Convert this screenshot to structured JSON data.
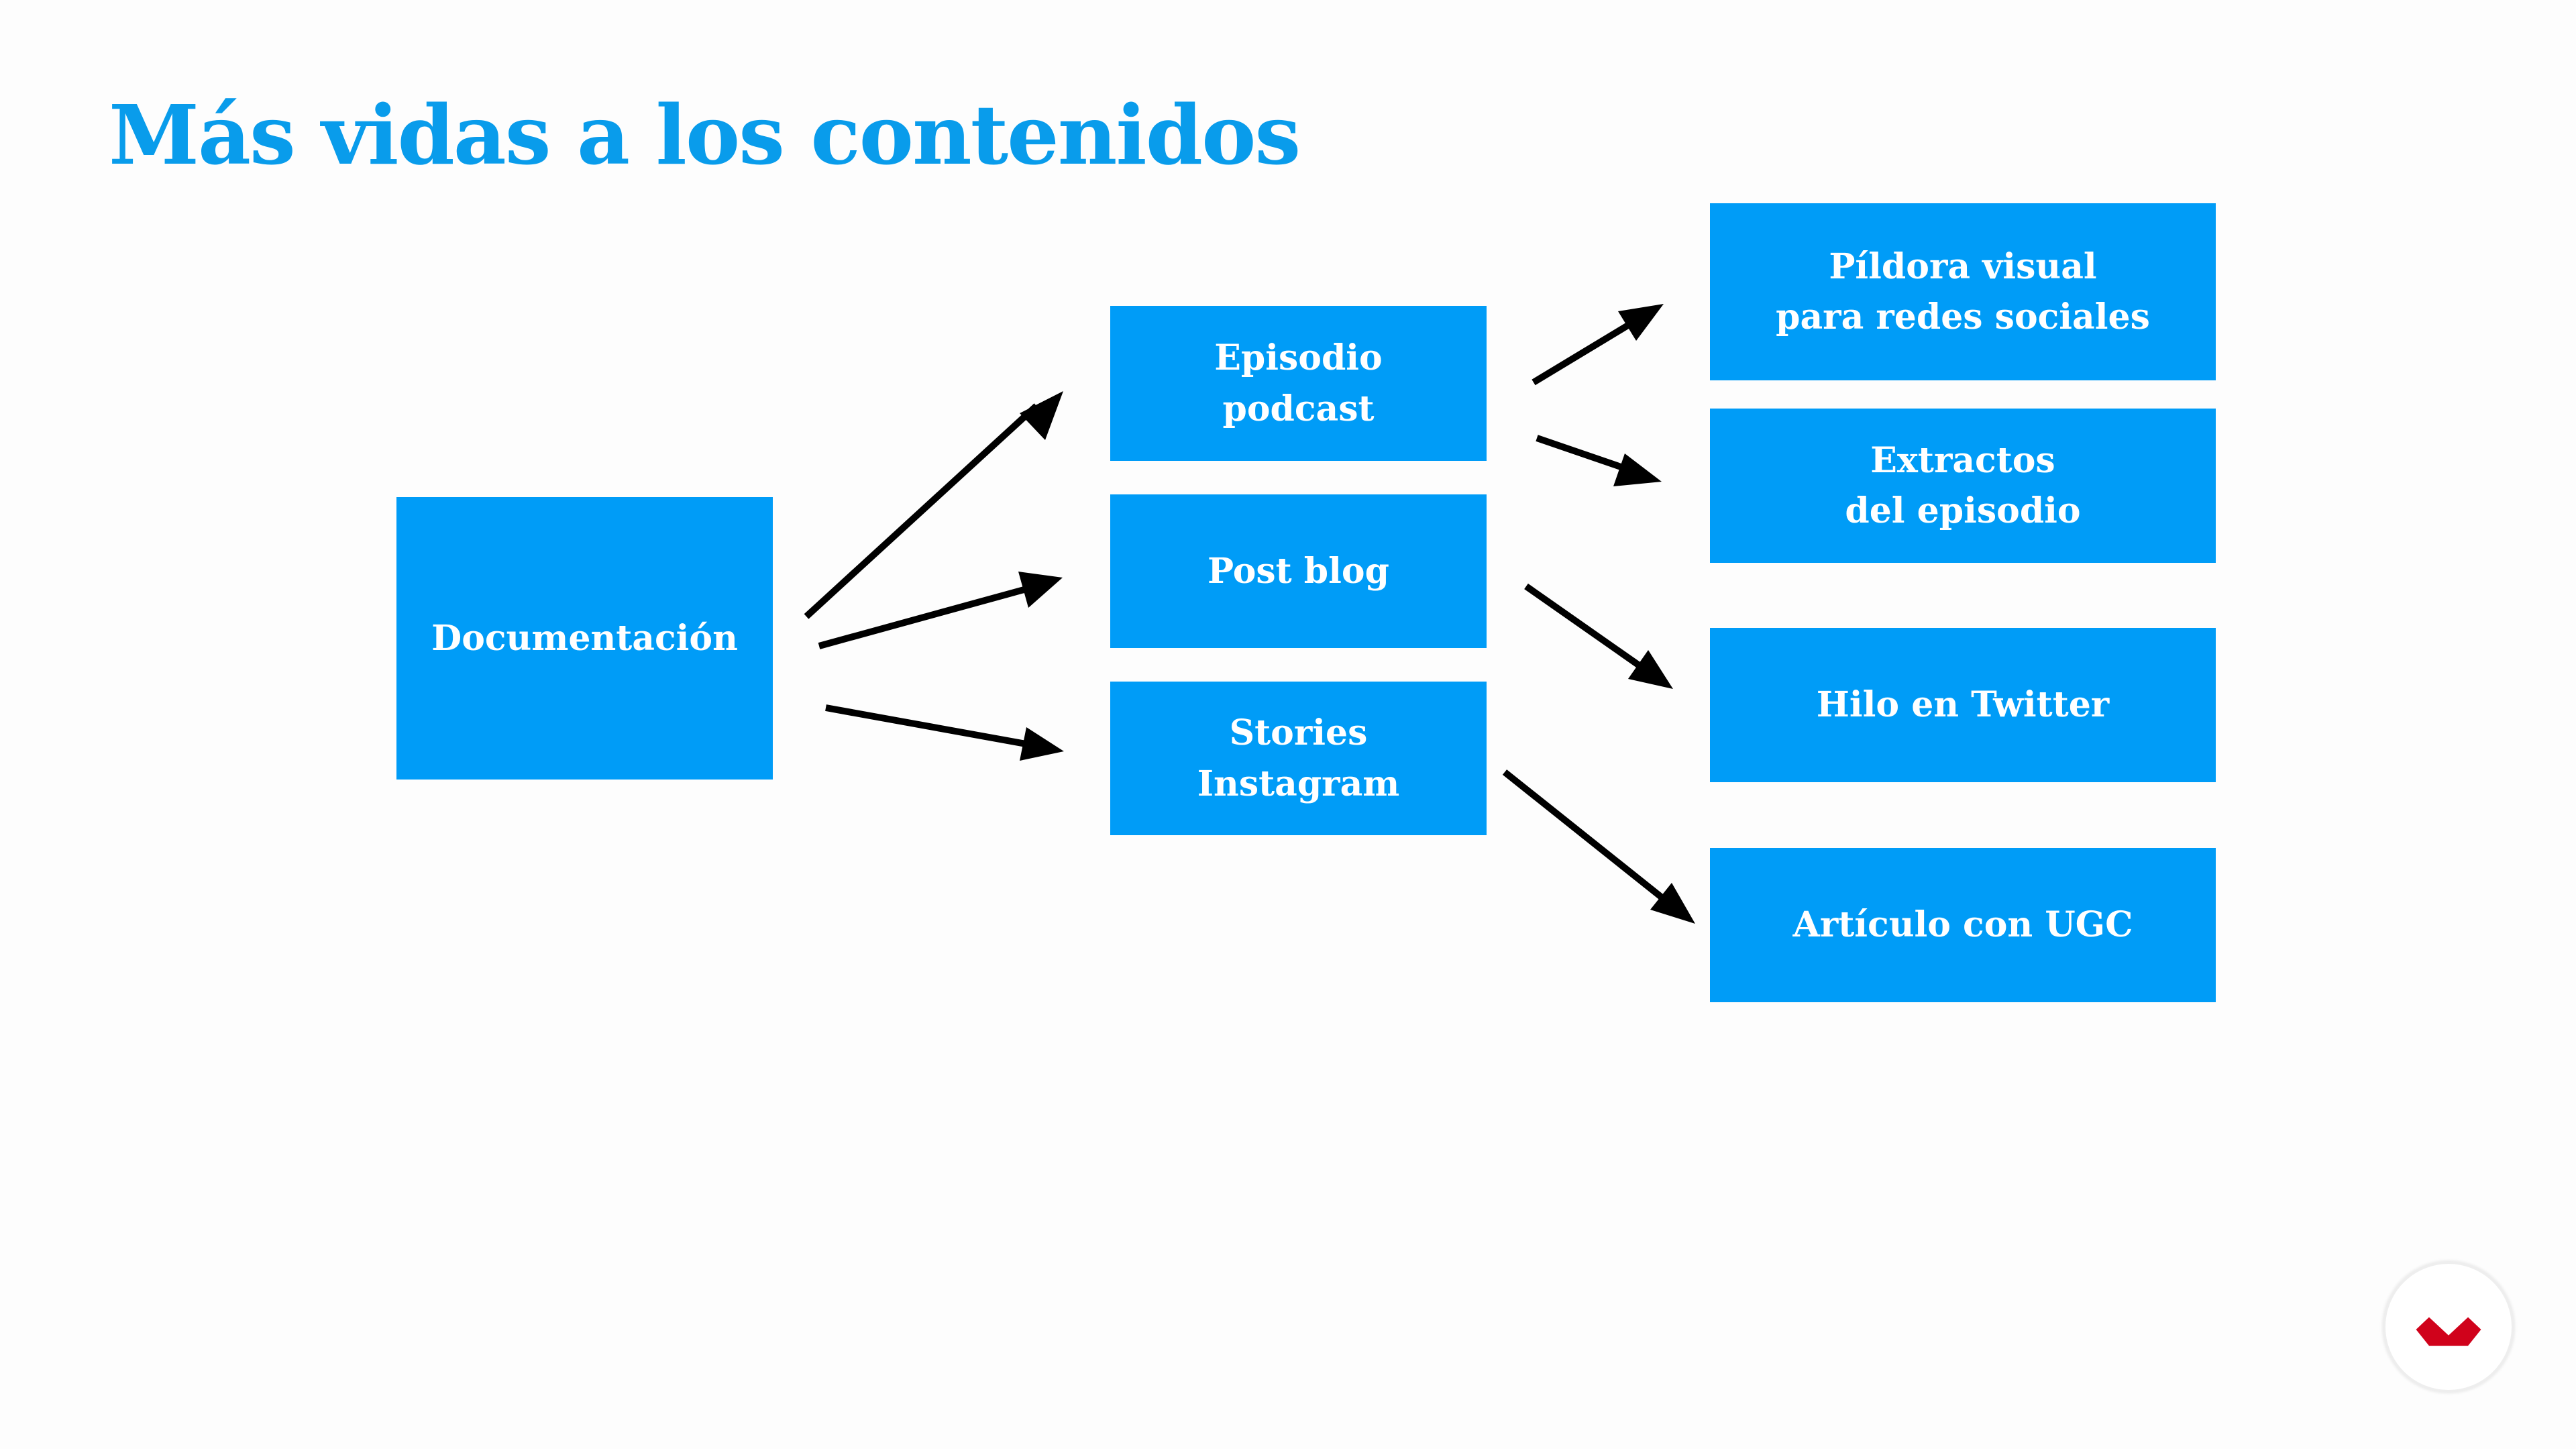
{
  "title": "Más vidas a los contenidos",
  "colors": {
    "title": "#099ceb",
    "box_fill": "#009cf7",
    "box_text": "#ffffff",
    "arrow": "#000000",
    "logo": "#d0021b"
  },
  "nodes": {
    "documentacion": "Documentación",
    "episodio": "Episodio\npodcast",
    "post_blog": "Post blog",
    "stories": "Stories\nInstagram",
    "pildora": "Píldora visual\npara redes sociales",
    "extractos": "Extractos\ndel episodio",
    "hilo": "Hilo en Twitter",
    "articulo": "Artículo con UGC"
  },
  "edges": [
    {
      "from": "documentacion",
      "to": "episodio"
    },
    {
      "from": "documentacion",
      "to": "post_blog"
    },
    {
      "from": "documentacion",
      "to": "stories"
    },
    {
      "from": "episodio",
      "to": "pildora"
    },
    {
      "from": "episodio",
      "to": "extractos"
    },
    {
      "from": "post_blog",
      "to": "hilo"
    },
    {
      "from": "stories",
      "to": "articulo"
    }
  ],
  "logo_icon": "brand-logo-icon"
}
